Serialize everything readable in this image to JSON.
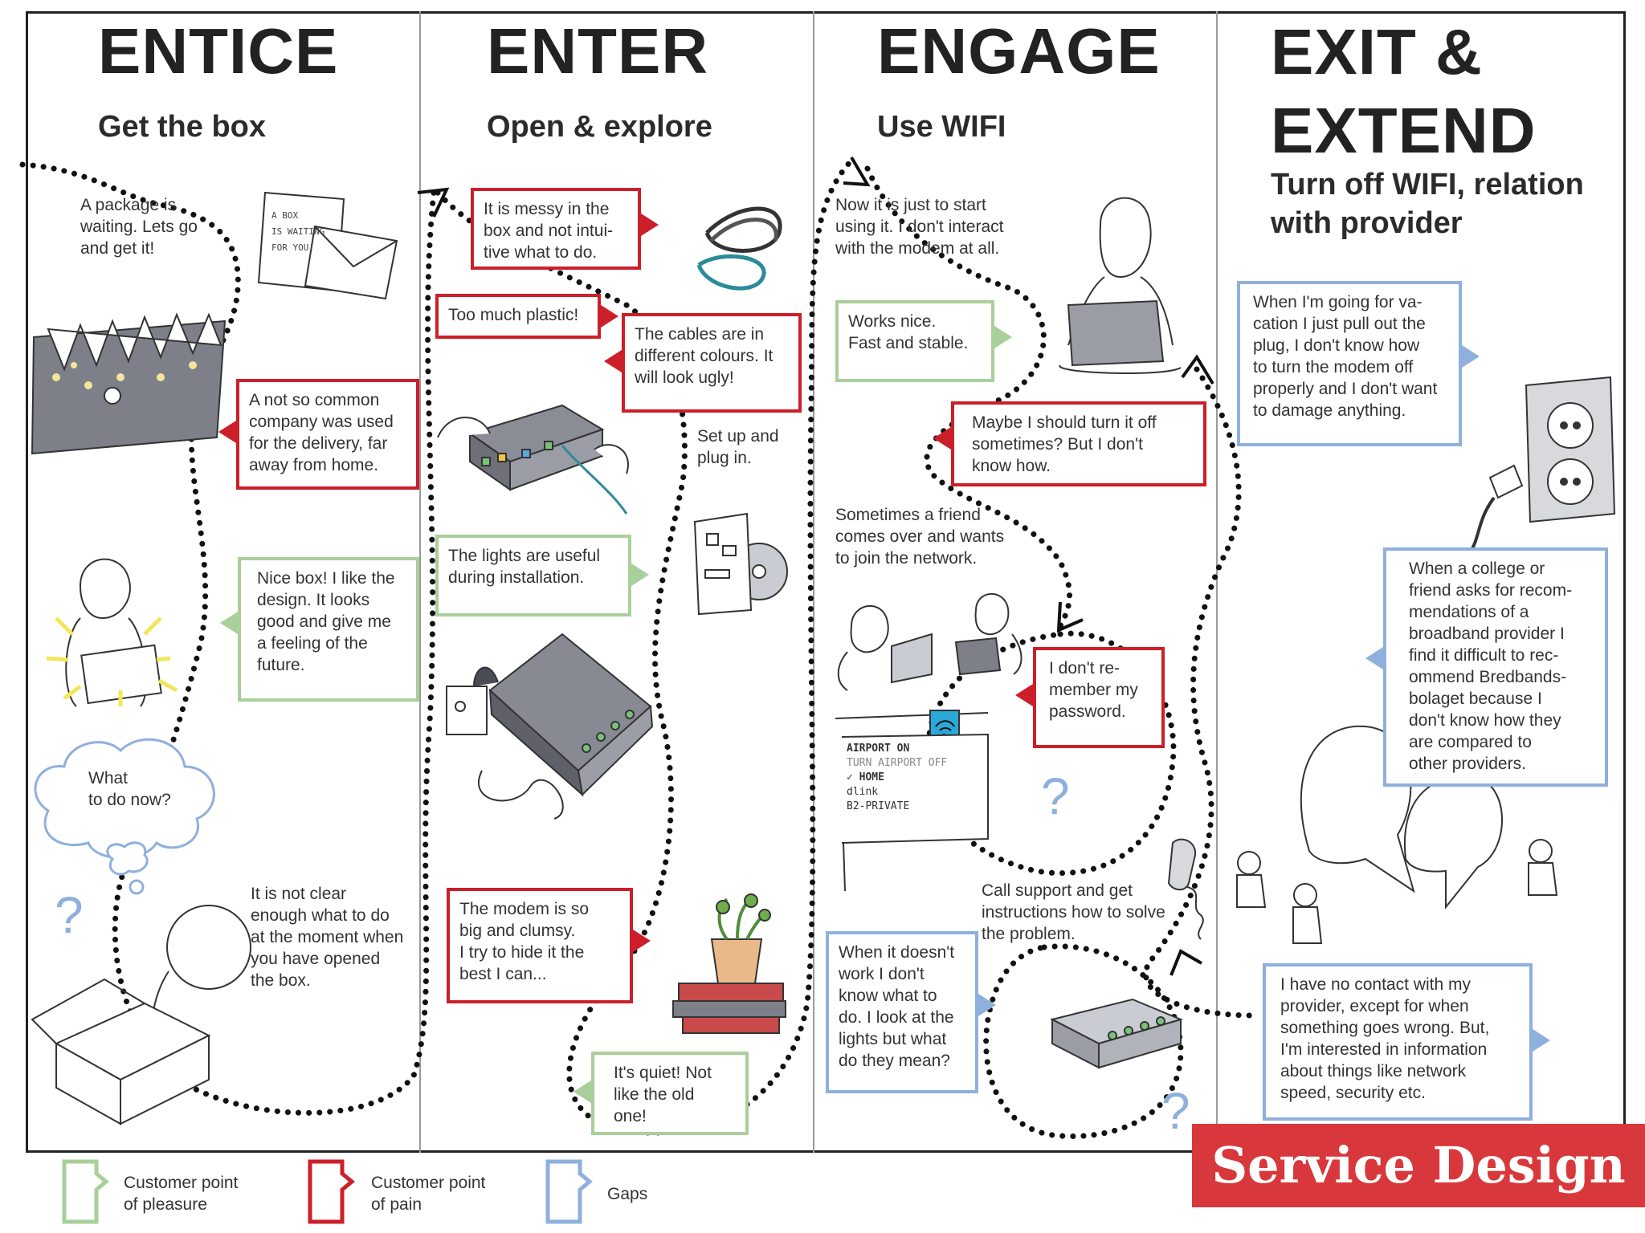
{
  "stages": [
    {
      "title": "ENTICE",
      "subtitle": "Get the box"
    },
    {
      "title": "ENTER",
      "subtitle": "Open & explore"
    },
    {
      "title": "ENGAGE",
      "subtitle": "Use WIFI"
    },
    {
      "title": "EXIT &\nEXTEND",
      "subtitle": "Turn off WIFI, relation\nwith provider"
    }
  ],
  "entice": {
    "note_package": "A package is\nwaiting. Lets go\nand get it!",
    "pain_company": "A not so common\ncompany was used\nfor the delivery, far\naway from home.",
    "pleasure_box": "Nice box! I like the\ndesign. It looks\ngood and give me\na feeling of the\nfuture.",
    "cloud_what": "What\nto do now?",
    "note_unclear": "It is not clear\nenough what to do\nat the moment when\nyou have opened\nthe box.",
    "sketch_letter": "A BOX\nIS WAITING\nFOR YOU!"
  },
  "enter": {
    "pain_messy": "It is messy in the\nbox and not intui-\ntive what to do.",
    "pain_plastic": "Too much plastic!",
    "pain_cables": "The cables are in\ndifferent colours. It\nwill look ugly!",
    "note_setup": "Set up and\nplug in.",
    "pleasure_lights": "The lights are useful\nduring installation.",
    "pain_modem": "The modem is so\nbig and clumsy.\nI try to hide it the\nbest I can...",
    "pleasure_quiet": "It's quiet! Not\nlike the old\none!"
  },
  "engage": {
    "note_start": "Now it is just to start\nusing it. I don't interact\nwith the modem at all.",
    "pleasure_works": "Works nice.\nFast and stable.",
    "pain_turnoff": "Maybe I should turn it off\nsometimes? But I don't\nknow how.",
    "note_friend": "Sometimes a friend\ncomes over and wants\nto join the network.",
    "pain_password": "I don't re-\nmember my\npassword.",
    "wifi_list": [
      "AIRPORT ON",
      "TURN AIRPORT OFF",
      "✓ HOME",
      "dlink",
      "B2-PRIVATE"
    ],
    "note_support": "Call support and get\ninstructions how to solve\nthe problem.",
    "gap_lights": "When it doesn't\nwork I don't\nknow what to\ndo. I look at the\nlights but what\ndo they mean?"
  },
  "exit": {
    "gap_vacation": "When I'm going for va-\ncation I just pull out the\nplug, I don't know how\nto turn the modem off\nproperly and I don't want\nto damage anything.",
    "gap_recommend": "When a college or\nfriend asks for recom-\nmendations of a\nbroadband provider I\nfind it difficult to rec-\nommend Bredbands-\nbolaget because I\ndon't know how they\nare compared to\nother providers.",
    "gap_contact": "I have no contact with my\nprovider, except for when\nsomething goes wrong. But,\nI'm interested in information\nabout things like network\nspeed, security etc."
  },
  "question_mark": "?",
  "legend": [
    {
      "label": "Customer point\nof pleasure",
      "color": "#a9cf9a"
    },
    {
      "label": "Customer point\nof pain",
      "color": "#cc1f2a"
    },
    {
      "label": "Gaps",
      "color": "#8fb0dc"
    }
  ],
  "badge": "Service Design",
  "colors": {
    "pain": "#cc1f2a",
    "pleasure": "#a9cf9a",
    "gap": "#8fb0dc",
    "badge": "#d8383b"
  }
}
